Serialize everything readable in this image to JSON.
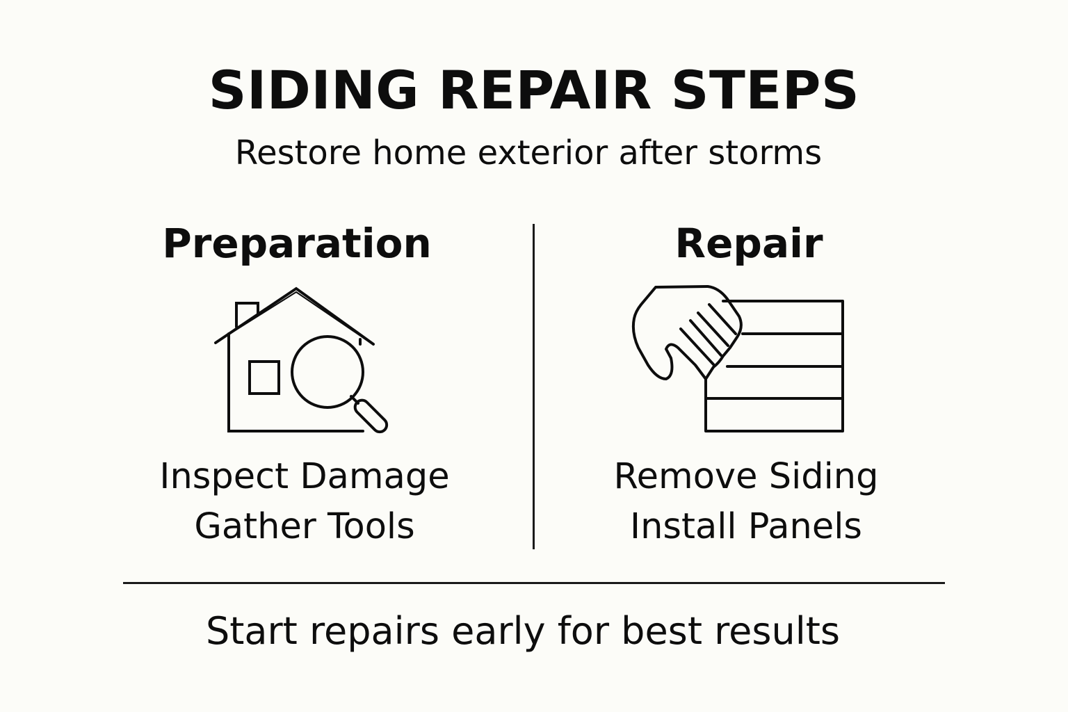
{
  "title": "SIDING REPAIR STEPS",
  "subtitle": "Restore home exterior after storms",
  "sections": [
    {
      "heading": "Preparation",
      "icon": "house-magnifier-icon",
      "steps": [
        "Inspect Damage",
        "Gather Tools"
      ]
    },
    {
      "heading": "Repair",
      "icon": "hand-siding-panel-icon",
      "steps": [
        "Remove Siding",
        "Install Panels"
      ]
    }
  ],
  "footer": "Start repairs early for best results",
  "colors": {
    "background": "#fcfcf8",
    "ink": "#0d0d0d"
  }
}
